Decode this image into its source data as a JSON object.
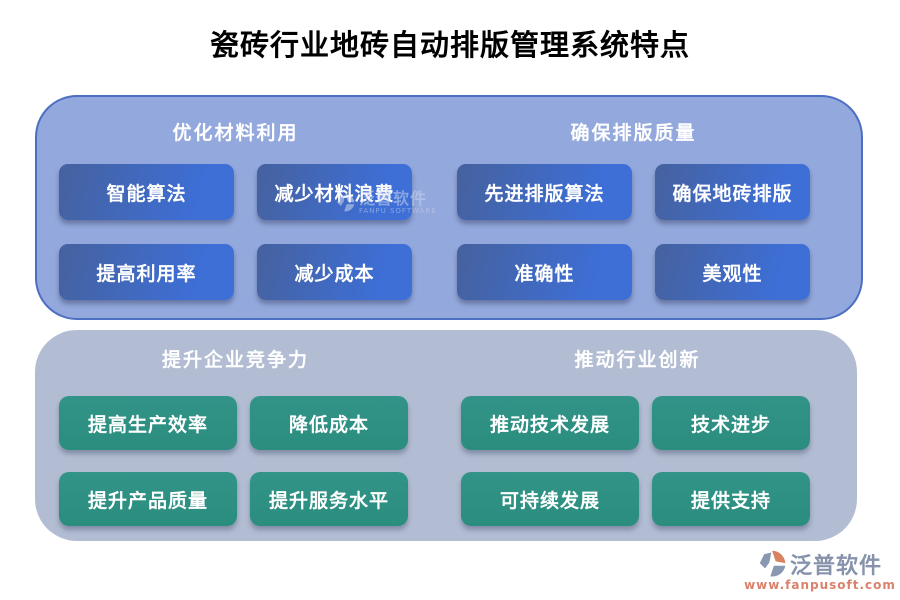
{
  "title": "瓷砖行业地砖自动排版管理系统特点",
  "colors": {
    "top_panel_bg": "#93a8dc",
    "top_panel_border": "#4d6fc2",
    "bottom_panel_bg": "#b2bdd3",
    "blue_button_start": "#46619e",
    "blue_button_end": "#3d6fd7",
    "green_button": "#2e9183",
    "button_text": "#ffffff",
    "title_text": "#000000",
    "logo_text": "#8793ad",
    "logo_url_text": "#d9816b",
    "logo_accent_orange": "#d8835f"
  },
  "panels": [
    {
      "sections": [
        {
          "header": "优化材料利用",
          "buttons": [
            "智能算法",
            "减少材料浪费",
            "提高利用率",
            "减少成本"
          ]
        },
        {
          "header": "确保排版质量",
          "buttons": [
            "先进排版算法",
            "确保地砖排版",
            "准确性",
            "美观性"
          ]
        }
      ]
    },
    {
      "sections": [
        {
          "header": "提升企业竞争力",
          "buttons": [
            "提高生产效率",
            "降低成本",
            "提升产品质量",
            "提升服务水平"
          ]
        },
        {
          "header": "推动行业创新",
          "buttons": [
            "推动技术发展",
            "技术进步",
            "可持续发展",
            "提供支持"
          ]
        }
      ]
    }
  ],
  "watermark": {
    "text": "泛普软件",
    "subtext": "FANPU SOFTWARE"
  },
  "logo": {
    "name": "泛普软件",
    "url": "www.fanpusoft.com"
  }
}
